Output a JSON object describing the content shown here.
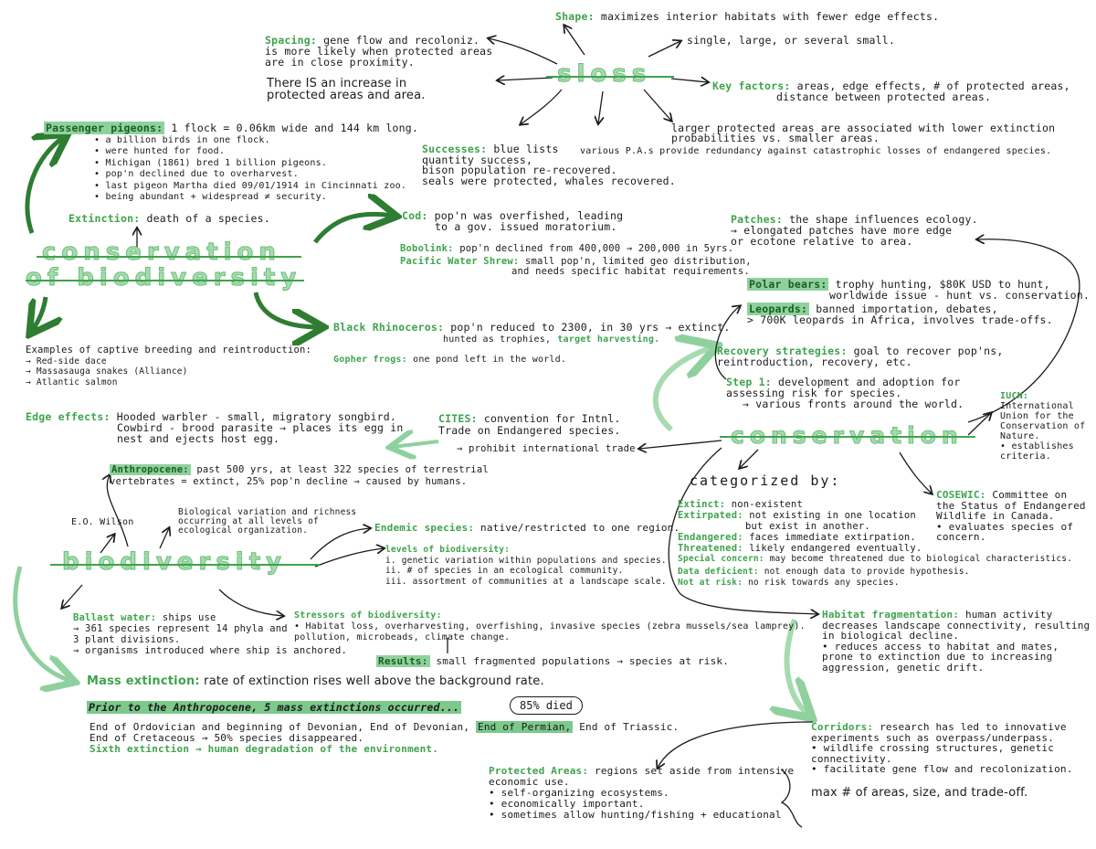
{
  "titles": {
    "biodiversity_conservation": [
      "conservation",
      "of biodiversity"
    ],
    "slo": "sloss",
    "biodiversity": "biodiversity",
    "conservation": "conservation"
  },
  "sloss": {
    "shape_label": "Shape:",
    "shape_text": "maximizes interior habitats with fewer edge effects.",
    "spacing_label": "Spacing:",
    "spacing_lines": [
      "gene flow and recoloniz.",
      "is more likely when protected areas",
      "are in close proximity."
    ],
    "increase_lines": [
      "There IS an increase in",
      "protected areas and area."
    ],
    "single_text": "single, large, or several small.",
    "key_factors_label": "Key factors:",
    "key_factors_lines": [
      "areas, edge effects, # of protected areas,",
      "distance between protected areas."
    ],
    "larger_lines": [
      "larger protected areas are associated with lower extinction",
      "probabilities vs. smaller areas."
    ],
    "various_text": "various P.A.s provide redundancy against catastrophic losses of endangered species.",
    "successes_label": "Successes:",
    "successes_lines": [
      "blue lists",
      "quantity success,",
      "bison population re-recovered.",
      "seals were protected, whales recovered."
    ]
  },
  "passenger": {
    "label": "Passenger pigeons:",
    "first": "1 flock = 0.06km wide and 144 km long.",
    "lines": [
      "• a billion birds in one flock.",
      "• were hunted for food.",
      "• Michigan (1861) bred 1 billion pigeons.",
      "• pop'n declined due to overharvest.",
      "• last pigeon Martha died 09/01/1914 in Cincinnati zoo.",
      "• being abundant + widespread ≠ security."
    ]
  },
  "extinction": {
    "label": "Extinction:",
    "text": "death of a species."
  },
  "cod": {
    "label": "Cod:",
    "lines": [
      "pop'n was overfished, leading",
      "to a gov. issued moratorium."
    ]
  },
  "bobolink": {
    "label": "Bobolink:",
    "text": "pop'n declined from 400,000 → 200,000 in 5yrs."
  },
  "pacific": {
    "label": "Pacific Water Shrew:",
    "lines": [
      "small pop'n, limited geo distribution,",
      "and needs specific habitat requirements."
    ]
  },
  "rhino": {
    "label": "Black Rhinoceros:",
    "lines": [
      "pop'n reduced to 2300, in 30 yrs → extinct.",
      "hunted as trophies,"
    ],
    "highlight": "target harvesting."
  },
  "gopher": {
    "label": "Gopher frogs:",
    "text": "one pond left in the world."
  },
  "captive": {
    "lines": [
      "Examples of captive breeding and reintroduction:",
      "→ Red-side dace",
      "→ Massasauga snakes (Alliance)",
      "→ Atlantic salmon"
    ]
  },
  "edge": {
    "label": "Edge effects:",
    "lines": [
      "Hooded warbler - small, migratory songbird.",
      "Cowbird - brood parasite → places its egg in",
      "nest and ejects host egg."
    ]
  },
  "cites": {
    "label": "CITES:",
    "lines": [
      "convention for Intnl.",
      "Trade on Endangered species."
    ],
    "prohibit": "→ prohibit international trade"
  },
  "anthropocene": {
    "label": "Anthropocene:",
    "lines": [
      "past 500 yrs, at least 322 species of terrestrial",
      "vertebrates = extinct, 25% pop'n decline → caused by humans."
    ]
  },
  "eo_wilson": "E.O. Wilson",
  "bio_variation": [
    "Biological variation and richness",
    "occurring at all levels of",
    "ecological organization."
  ],
  "endemic": {
    "label": "Endemic species:",
    "text": "native/restricted to one region."
  },
  "levels": {
    "label": "levels of biodiversity:",
    "lines": [
      "i. genetic variation within populations and species.",
      "ii. # of species in an ecological community.",
      "iii. assortment of communities at a landscape scale."
    ]
  },
  "ballast": {
    "label": "Ballast water:",
    "first": "ships use",
    "lines": [
      "→ 361 species represent 14 phyla and",
      "   3 plant divisions.",
      "→ organisms introduced where ship is anchored."
    ]
  },
  "stressors": {
    "label": "Stressors of biodiversity:",
    "lines": [
      "• Habitat loss, overharvesting, overfishing, invasive species (zebra mussels/sea lamprey).",
      "  pollution, microbeads, climate change."
    ]
  },
  "results": {
    "label": "Results:",
    "text": "small fragmented populations → species at risk."
  },
  "mass": {
    "label": "Mass extinction:",
    "text": "rate of extinction rises well above the background rate."
  },
  "prior": "Prior to the Anthropocene, 5 mass extinctions occurred...",
  "bubble": "85% died",
  "mass_lines": [
    "End of Ordovician and beginning of Devonian, End of Devonian,",
    "End of Cretaceous → 50% species disappeared."
  ],
  "end_permian": "End of Permian,",
  "end_triassic": "End of Triassic.",
  "sixth": "Sixth extinction → human degradation of the environment.",
  "protected": {
    "label": "Protected Areas:",
    "first": "regions set aside from intensive",
    "lines": [
      "economic use.",
      "• self-organizing ecosystems.",
      "• economically important.",
      "• sometimes allow hunting/fishing + educational"
    ]
  },
  "patches": {
    "label": "Patches:",
    "first": "the shape influences ecology.",
    "lines": [
      "→ elongated patches have more edge",
      "   or ecotone relative to area."
    ]
  },
  "polar": {
    "label": "Polar bears:",
    "lines": [
      "trophy hunting, $80K USD to hunt,",
      "worldwide issue - hunt vs. conservation."
    ]
  },
  "leopards": {
    "label": "Leopards:",
    "lines": [
      "banned importation, debates,",
      "> 700K leopards in Africa, involves trade-offs."
    ]
  },
  "recovery": {
    "label": "Recovery strategies:",
    "lines": [
      "goal to recover pop'ns,",
      "reintroduction, recovery, etc."
    ]
  },
  "step1": {
    "label": "Step 1:",
    "lines": [
      "development and adoption for",
      "assessing risk for species.",
      "→ various fronts around the world."
    ]
  },
  "iucn": {
    "label": "IUCN:",
    "lines": [
      "International",
      "Union for the",
      "Conservation of",
      "Nature.",
      "• establishes",
      "  criteria."
    ]
  },
  "categorized": "categorized by:",
  "categories": [
    {
      "label": "Extinct:",
      "text": "non-existent"
    },
    {
      "label": "Extirpated:",
      "text": "not existing in one location"
    },
    {
      "label": "",
      "text": "but exist in another."
    },
    {
      "label": "Endangered:",
      "text": "faces immediate extirpation."
    },
    {
      "label": "Threatened:",
      "text": "likely endangered eventually."
    },
    {
      "label": "Special concern:",
      "text": "may become threatened due to biological characteristics."
    },
    {
      "label": "Data deficient:",
      "text": "not enough data to provide hypothesis."
    },
    {
      "label": "Not at risk:",
      "text": "no risk towards any species."
    }
  ],
  "cosewic": {
    "label": "COSEWIC:",
    "first": "Committee on",
    "lines": [
      "the Status of Endangered",
      "Wildlife in Canada.",
      "• evaluates species of",
      "concern."
    ]
  },
  "habitat": {
    "label": "Habitat fragmentation:",
    "first": "human activity",
    "lines": [
      "decreases landscape connectivity, resulting",
      "in biological decline.",
      "• reduces access to habitat and mates,",
      "  prone to extinction due to increasing",
      "  aggression, genetic drift."
    ]
  },
  "corridors": {
    "label": "Corridors:",
    "first": "research has led to innovative",
    "lines": [
      "experiments such as overpass/underpass.",
      "• wildlife crossing structures, genetic",
      "  connectivity.",
      "• facilitate gene flow and recolonization."
    ]
  },
  "max": "max # of areas, size, and trade-off.",
  "colors": {
    "green": "#3fa34d",
    "light_green": "#a6dbb0",
    "highlight": "#8fd19e",
    "ink": "#1b1b1b"
  }
}
